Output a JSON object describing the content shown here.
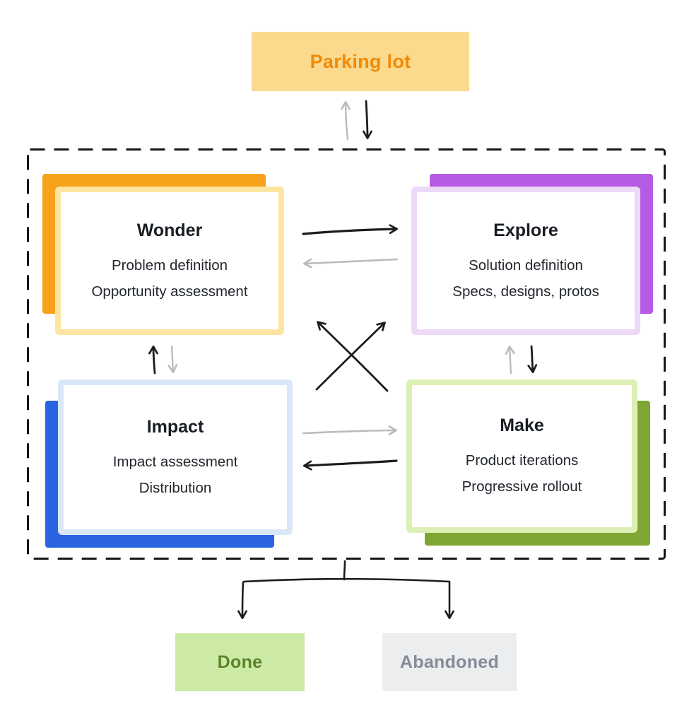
{
  "parking_lot": {
    "label": "Parking lot"
  },
  "stages": {
    "wonder": {
      "title": "Wonder",
      "line1": "Problem definition",
      "line2": "Opportunity assessment"
    },
    "explore": {
      "title": "Explore",
      "line1": "Solution definition",
      "line2": "Specs, designs, protos"
    },
    "impact": {
      "title": "Impact",
      "line1": "Impact assessment",
      "line2": "Distribution"
    },
    "make": {
      "title": "Make",
      "line1": "Product iterations",
      "line2": "Progressive rollout"
    }
  },
  "outcomes": {
    "done": {
      "label": "Done"
    },
    "abandoned": {
      "label": "Abandoned"
    }
  },
  "colors": {
    "parking_bg": "#FBD98D",
    "parking_text": "#F18A08",
    "wonder_accent": "#F7A21B",
    "wonder_tint": "#FBE5A0",
    "explore_accent": "#B55BE4",
    "explore_tint": "#EDD9F8",
    "impact_accent": "#2A63E0",
    "impact_tint": "#D9E7F8",
    "make_accent": "#7FA533",
    "make_tint": "#DCEFB4",
    "done_bg": "#CDE9A6",
    "done_text": "#5A8427",
    "abandoned_bg": "#EBEDEF",
    "abandoned_text": "#848C97",
    "arrow_black": "#1C1C1C",
    "arrow_gray": "#BBBBBB",
    "loop_border": "#161616"
  }
}
